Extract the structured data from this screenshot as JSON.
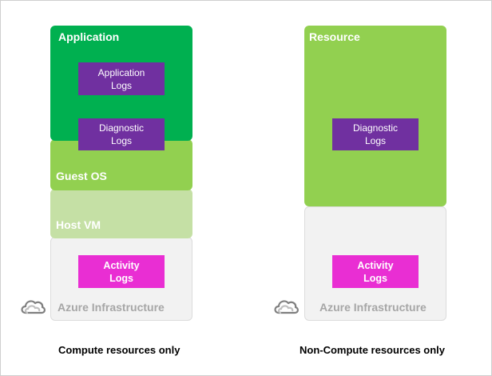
{
  "colors": {
    "application": "#00b050",
    "guest_os": "#92d050",
    "host_vm": "#c5e0a5",
    "resource": "#92d050",
    "infrastructure": "#f2f2f2",
    "infrastructure_text": "#a6a6a6",
    "log_purple": "#7030a0",
    "log_magenta": "#e92ed3"
  },
  "compute": {
    "application_label": "Application",
    "application_logs": "Application\nLogs",
    "diagnostic_logs": "Diagnostic\nLogs",
    "guest_os_label": "Guest OS",
    "host_vm_label": "Host VM",
    "activity_logs": "Activity\nLogs",
    "infrastructure_label": "Azure Infrastructure",
    "caption": "Compute resources only"
  },
  "noncompute": {
    "resource_label": "Resource",
    "diagnostic_logs": "Diagnostic\nLogs",
    "activity_logs": "Activity\nLogs",
    "infrastructure_label": "Azure Infrastructure",
    "caption": "Non-Compute resources only"
  },
  "icons": [
    "cloud-icon",
    "cloud-icon"
  ]
}
